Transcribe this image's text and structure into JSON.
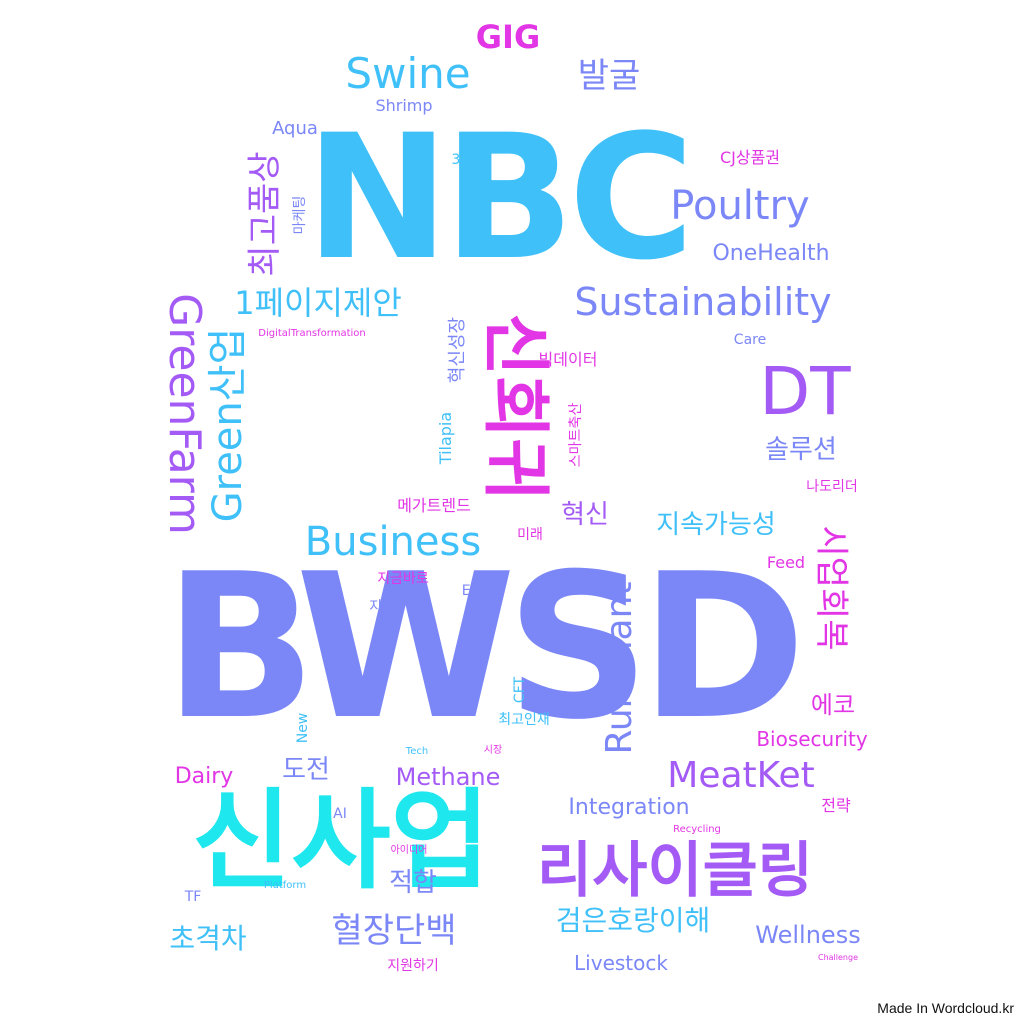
{
  "colors": {
    "cyan": "#1fe7ee",
    "sky": "#3fc0f8",
    "periwinkle": "#7b87f7",
    "violet": "#a45bf6",
    "magenta": "#e235e5",
    "purple": "#c049ea"
  },
  "words": [
    {
      "text": "BWSD",
      "color": "periwinkle"
    },
    {
      "text": "NBC",
      "color": "sky"
    },
    {
      "text": "신사업",
      "color": "cyan"
    },
    {
      "text": "리사이클링",
      "color": "violet"
    },
    {
      "text": "신회귀",
      "color": "magenta"
    },
    {
      "text": "DT",
      "color": "violet"
    },
    {
      "text": "GreenFarm",
      "color": "violet"
    },
    {
      "text": "Green산업",
      "color": "sky"
    },
    {
      "text": "Sustainability",
      "color": "periwinkle"
    },
    {
      "text": "1페이지제안",
      "color": "sky"
    },
    {
      "text": "Poultry",
      "color": "periwinkle"
    },
    {
      "text": "Swine",
      "color": "sky"
    },
    {
      "text": "최고품상",
      "color": "violet"
    },
    {
      "text": "발굴",
      "color": "periwinkle"
    },
    {
      "text": "GIG",
      "color": "magenta"
    },
    {
      "text": "Business",
      "color": "sky"
    },
    {
      "text": "Ruminant",
      "color": "periwinkle"
    },
    {
      "text": "MeatKet",
      "color": "violet"
    },
    {
      "text": "시업회복",
      "color": "magenta"
    },
    {
      "text": "솔루션",
      "color": "periwinkle"
    },
    {
      "text": "지속가능성",
      "color": "sky"
    },
    {
      "text": "혈장단백",
      "color": "periwinkle"
    },
    {
      "text": "검은호랑이해",
      "color": "sky"
    },
    {
      "text": "초격차",
      "color": "sky"
    },
    {
      "text": "Methane",
      "color": "violet"
    },
    {
      "text": "Integration",
      "color": "periwinkle"
    },
    {
      "text": "에코",
      "color": "magenta"
    },
    {
      "text": "Biosecurity",
      "color": "magenta"
    },
    {
      "text": "Wellness",
      "color": "periwinkle"
    },
    {
      "text": "Livestock",
      "color": "periwinkle"
    },
    {
      "text": "적합",
      "color": "periwinkle"
    },
    {
      "text": "도전",
      "color": "periwinkle"
    },
    {
      "text": "혁신",
      "color": "violet"
    },
    {
      "text": "OneHealth",
      "color": "periwinkle"
    },
    {
      "text": "Dairy",
      "color": "magenta"
    },
    {
      "text": "혁신성장",
      "color": "periwinkle"
    },
    {
      "text": "Tilapia",
      "color": "sky"
    },
    {
      "text": "스마트축산",
      "color": "magenta"
    },
    {
      "text": "빅데이터",
      "color": "magenta"
    },
    {
      "text": "메가트렌드",
      "color": "magenta"
    },
    {
      "text": "Shrimp",
      "color": "periwinkle"
    },
    {
      "text": "Aqua",
      "color": "periwinkle"
    },
    {
      "text": "3F",
      "color": "sky"
    },
    {
      "text": "마케팅",
      "color": "periwinkle"
    },
    {
      "text": "CJ상품권",
      "color": "magenta"
    },
    {
      "text": "Care",
      "color": "periwinkle"
    },
    {
      "text": "DigitalTransformation",
      "color": "magenta"
    },
    {
      "text": "나도리더",
      "color": "magenta"
    },
    {
      "text": "Feed",
      "color": "magenta"
    },
    {
      "text": "미래",
      "color": "magenta"
    },
    {
      "text": "지금바로",
      "color": "magenta"
    },
    {
      "text": "ESG",
      "color": "periwinkle"
    },
    {
      "text": "지금",
      "color": "periwinkle"
    },
    {
      "text": "CFT",
      "color": "sky"
    },
    {
      "text": "최고인재",
      "color": "sky"
    },
    {
      "text": "New",
      "color": "sky"
    },
    {
      "text": "Tech",
      "color": "sky"
    },
    {
      "text": "시장",
      "color": "magenta"
    },
    {
      "text": "AI",
      "color": "periwinkle"
    },
    {
      "text": "아이디어",
      "color": "magenta"
    },
    {
      "text": "Recycling",
      "color": "magenta"
    },
    {
      "text": "전략",
      "color": "magenta"
    },
    {
      "text": "Platform",
      "color": "sky"
    },
    {
      "text": "TF",
      "color": "periwinkle"
    },
    {
      "text": "지원하기",
      "color": "magenta"
    },
    {
      "text": "Challenge",
      "color": "magenta"
    }
  ],
  "footer": "Made In Wordcloud.kr"
}
